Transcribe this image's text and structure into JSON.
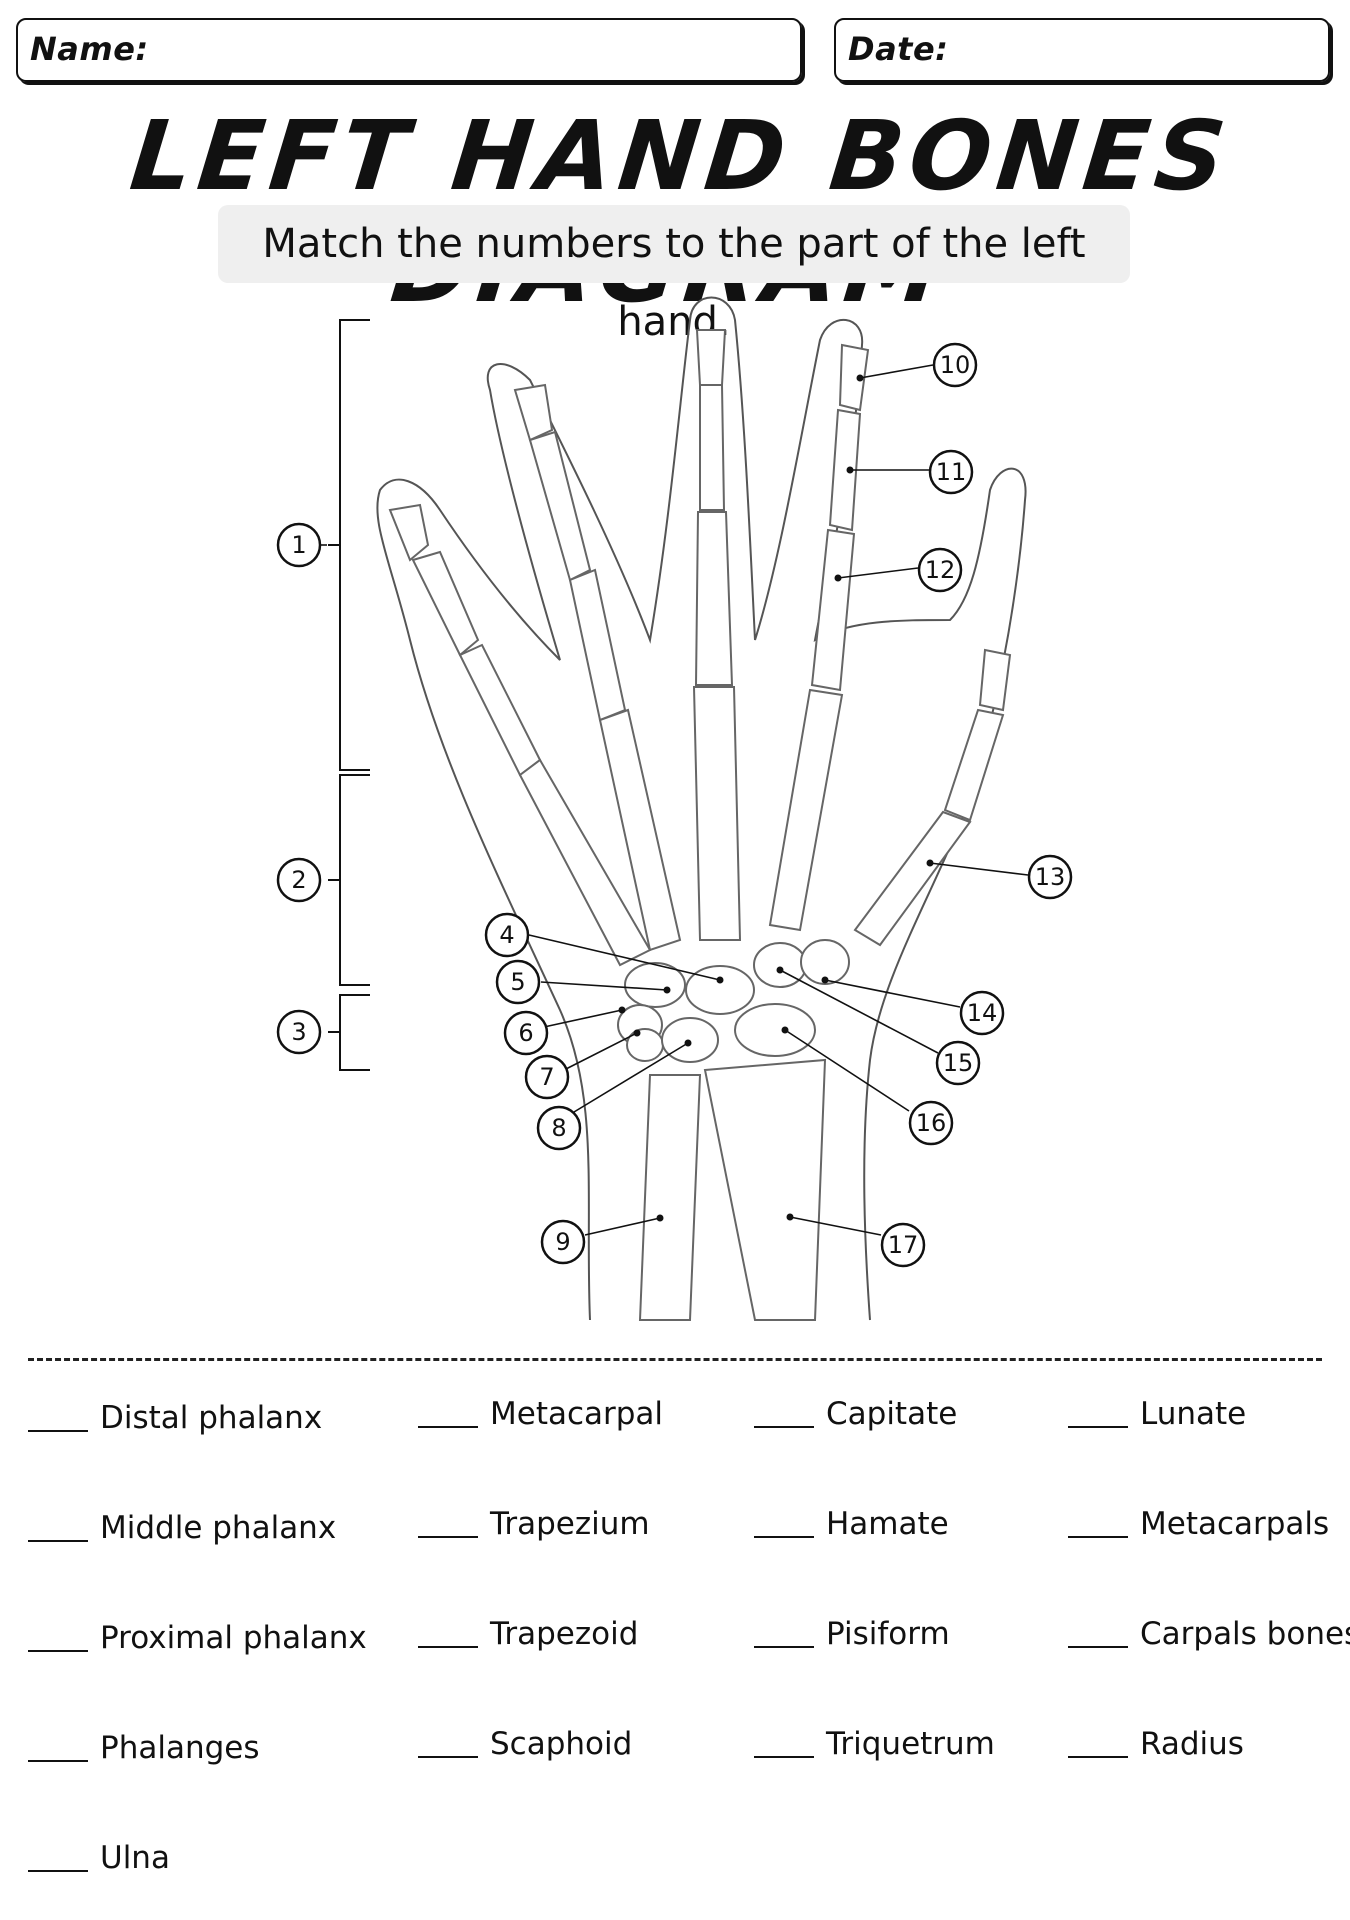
{
  "header": {
    "name_label": "Name:",
    "date_label": "Date:"
  },
  "title": "LEFT HAND BONES DIAGRAM",
  "instructions": "Match the numbers to the part of the left hand.",
  "callouts": [
    "1",
    "2",
    "3",
    "4",
    "5",
    "6",
    "7",
    "8",
    "9",
    "10",
    "11",
    "12",
    "13",
    "14",
    "15",
    "16",
    "17"
  ],
  "word_bank": [
    "Distal phalanx",
    "Metacarpal",
    "Capitate",
    "Lunate",
    "Middle phalanx",
    "Trapezium",
    "Hamate",
    "Metacarpals",
    "Proximal phalanx",
    "Trapezoid",
    "Pisiform",
    "Carpals bones",
    "Phalanges",
    "Scaphoid",
    "Triquetrum",
    "Radius",
    "Ulna"
  ]
}
